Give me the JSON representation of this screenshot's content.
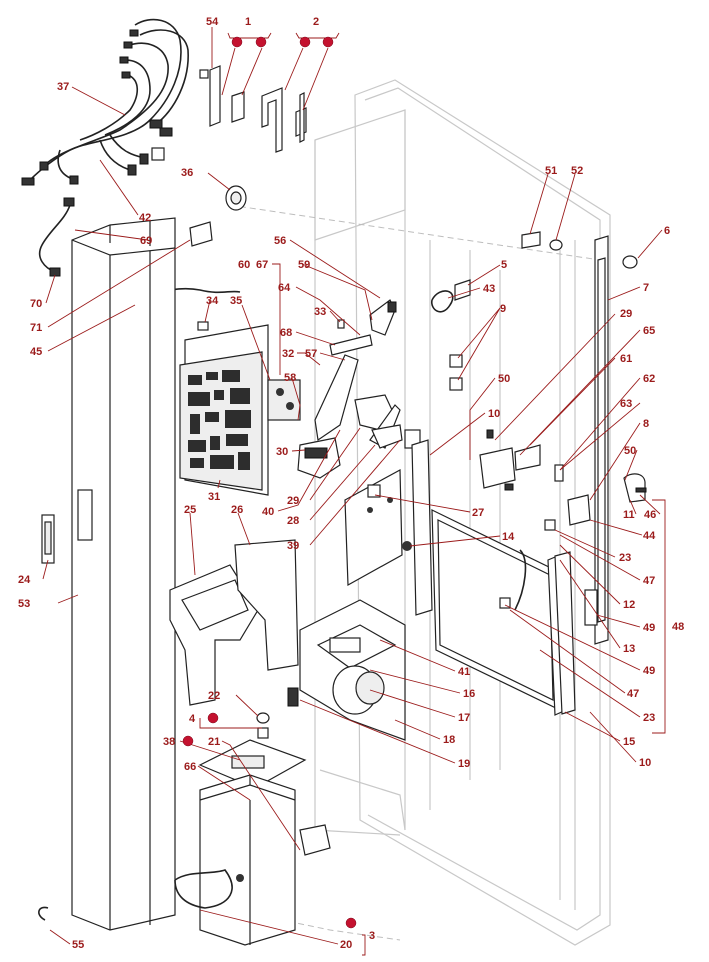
{
  "diagram": {
    "accent_color": "#9b1b1b",
    "marker_color": "#c4122f",
    "callouts": [
      {
        "id": "c1",
        "text": "54"
      },
      {
        "id": "c2",
        "text": "1"
      },
      {
        "id": "c3",
        "text": "2"
      },
      {
        "id": "c4",
        "text": "37"
      },
      {
        "id": "c5",
        "text": "36"
      },
      {
        "id": "c6",
        "text": "42"
      },
      {
        "id": "c7",
        "text": "69"
      },
      {
        "id": "c8",
        "text": "70"
      },
      {
        "id": "c9",
        "text": "71"
      },
      {
        "id": "c10",
        "text": "45"
      },
      {
        "id": "c11",
        "text": "56"
      },
      {
        "id": "c12",
        "text": "60"
      },
      {
        "id": "c13",
        "text": "67"
      },
      {
        "id": "c14",
        "text": "59"
      },
      {
        "id": "c15",
        "text": "64"
      },
      {
        "id": "c16",
        "text": "33"
      },
      {
        "id": "c17",
        "text": "68"
      },
      {
        "id": "c18",
        "text": "34"
      },
      {
        "id": "c19",
        "text": "35"
      },
      {
        "id": "c20",
        "text": "32"
      },
      {
        "id": "c21",
        "text": "57"
      },
      {
        "id": "c22",
        "text": "58"
      },
      {
        "id": "c23",
        "text": "51"
      },
      {
        "id": "c24",
        "text": "52"
      },
      {
        "id": "c25",
        "text": "6"
      },
      {
        "id": "c26",
        "text": "5"
      },
      {
        "id": "c27",
        "text": "43"
      },
      {
        "id": "c28",
        "text": "9"
      },
      {
        "id": "c29",
        "text": "7"
      },
      {
        "id": "c30",
        "text": "29"
      },
      {
        "id": "c31",
        "text": "65"
      },
      {
        "id": "c32",
        "text": "50"
      },
      {
        "id": "c33",
        "text": "61"
      },
      {
        "id": "c34",
        "text": "62"
      },
      {
        "id": "c35",
        "text": "10"
      },
      {
        "id": "c36",
        "text": "63"
      },
      {
        "id": "c37",
        "text": "8"
      },
      {
        "id": "c38",
        "text": "50"
      },
      {
        "id": "c39",
        "text": "30"
      },
      {
        "id": "c40",
        "text": "31"
      },
      {
        "id": "c41",
        "text": "40"
      },
      {
        "id": "c42",
        "text": "29"
      },
      {
        "id": "c43",
        "text": "28"
      },
      {
        "id": "c44",
        "text": "39"
      },
      {
        "id": "c45",
        "text": "27"
      },
      {
        "id": "c46",
        "text": "14"
      },
      {
        "id": "c47",
        "text": "11"
      },
      {
        "id": "c48",
        "text": "46"
      },
      {
        "id": "c49",
        "text": "44"
      },
      {
        "id": "c50",
        "text": "48"
      },
      {
        "id": "c51",
        "text": "23"
      },
      {
        "id": "c52",
        "text": "47"
      },
      {
        "id": "c53",
        "text": "12"
      },
      {
        "id": "c54",
        "text": "49"
      },
      {
        "id": "c55",
        "text": "13"
      },
      {
        "id": "c56",
        "text": "49"
      },
      {
        "id": "c57",
        "text": "47"
      },
      {
        "id": "c58",
        "text": "23"
      },
      {
        "id": "c59",
        "text": "15"
      },
      {
        "id": "c60",
        "text": "10"
      },
      {
        "id": "c61",
        "text": "25"
      },
      {
        "id": "c62",
        "text": "26"
      },
      {
        "id": "c63",
        "text": "24"
      },
      {
        "id": "c64",
        "text": "53"
      },
      {
        "id": "c65",
        "text": "41"
      },
      {
        "id": "c66",
        "text": "16"
      },
      {
        "id": "c67",
        "text": "17"
      },
      {
        "id": "c68",
        "text": "18"
      },
      {
        "id": "c69",
        "text": "19"
      },
      {
        "id": "c70",
        "text": "22"
      },
      {
        "id": "c71",
        "text": "4"
      },
      {
        "id": "c72",
        "text": "38"
      },
      {
        "id": "c73",
        "text": "21"
      },
      {
        "id": "c74",
        "text": "66"
      },
      {
        "id": "c75",
        "text": "20"
      },
      {
        "id": "c76",
        "text": "3"
      },
      {
        "id": "c77",
        "text": "55"
      }
    ]
  }
}
